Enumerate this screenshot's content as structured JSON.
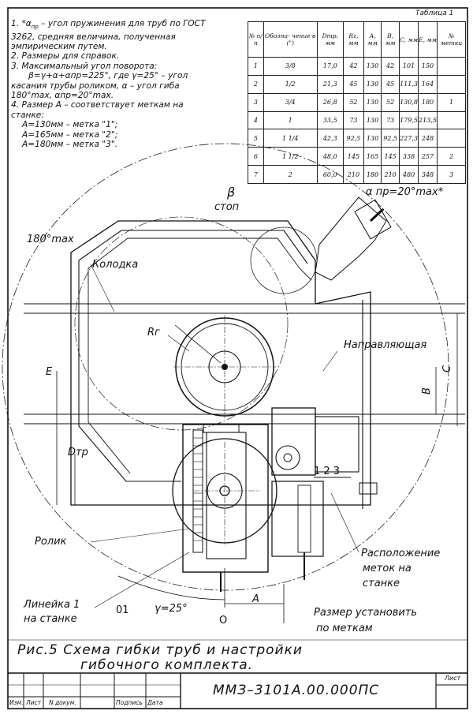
{
  "notes": {
    "n1a": "1. *α",
    "n1a_sub": "пр",
    "n1b": " – угол пружинения для труб по ГОСТ",
    "n1c": "3262, средняя величина, полученная",
    "n1d": "эмпирическим путем.",
    "n2": "2. Размеры для справок.",
    "n3a": "3. Максимальный угол поворота:",
    "n3b": "β=γ+α+αпр=225°, где γ=25° – угол",
    "n3c": "касания трубы роликом, α – угол гиба",
    "n3d": "180°max, αпр=20°max.",
    "n4a": "4. Размер А – соответствует меткам на",
    "n4b": "станке:",
    "n4c": "А=130мм – метка \"1\";",
    "n4d": "А=165мм – метка \"2\";",
    "n4e": "А=180мм – метка \"3\"."
  },
  "table": {
    "caption": "Таблица 1",
    "headers": [
      "№ п/п",
      "Обозна- чение в (\")",
      "Dтр. мм",
      "Rг, мм",
      "A, мм",
      "B, мм",
      "C, мм",
      "E, мм",
      "№ метки"
    ],
    "rows": [
      [
        "1",
        "3/8",
        "17,0",
        "42",
        "130",
        "42",
        "101",
        "150",
        ""
      ],
      [
        "2",
        "1/2",
        "21,3",
        "45",
        "130",
        "45",
        "111,3",
        "164",
        ""
      ],
      [
        "3",
        "3/4",
        "26,8",
        "52",
        "130",
        "52",
        "130,8",
        "180",
        "1"
      ],
      [
        "4",
        "1",
        "33,5",
        "73",
        "130",
        "73",
        "179,5",
        "213,5",
        ""
      ],
      [
        "5",
        "1 1/4",
        "42,3",
        "92,5",
        "130",
        "92,5",
        "227,3",
        "248",
        ""
      ],
      [
        "6",
        "1 1/2",
        "48,0",
        "145",
        "165",
        "145",
        "338",
        "257",
        "2"
      ],
      [
        "7",
        "2",
        "60,0",
        "210",
        "180",
        "210",
        "480",
        "348",
        "3"
      ]
    ]
  },
  "drawing": {
    "beta": "β",
    "stop": "стоп",
    "alpha_max": "α пр=20°max*",
    "deg180": "180°max",
    "kolodka": "Колодка",
    "rg": "Rг",
    "napr": "Направляющая",
    "c": "C",
    "b": "B",
    "e": "E",
    "dtr": "Dтр",
    "marks": "1 2 3",
    "rolik": "Ролик",
    "raspol1": "Расположение",
    "raspol2": "меток на",
    "raspol3": "станке",
    "lin1": "Линейка 1",
    "lin2": "на станке",
    "o1": "01",
    "gamma": "γ=25°",
    "a": "A",
    "o": "O",
    "razmer1": "Размер установить",
    "razmer2": "по меткам"
  },
  "caption": {
    "line1": "Рис.5  Схема гибки труб и настройки",
    "line2": "гибочного комплекта."
  },
  "stamp": {
    "code": "ММЗ–3101А.00.000ПС",
    "sheet": "Лист",
    "izm": "Изм.",
    "list": "Лист",
    "ndok": "N докум.",
    "podp": "Подпись",
    "data": "Дата"
  }
}
